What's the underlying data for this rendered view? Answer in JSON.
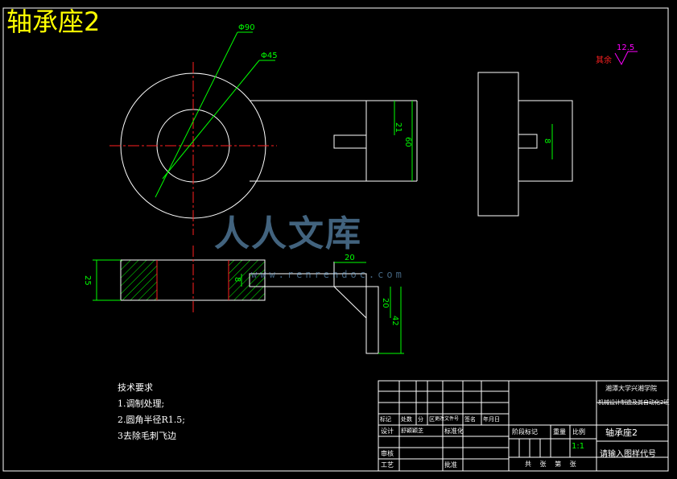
{
  "title": "轴承座2",
  "dimensions": {
    "d90": "Φ90",
    "d45": "Φ45",
    "d21": "21",
    "d60": "60",
    "d8_side": "8",
    "d25": "25",
    "d8_sec": "8",
    "d20_top": "20",
    "d20_v": "20",
    "d42": "42"
  },
  "roughness": {
    "value": "12.5",
    "label": "其余"
  },
  "tech_requirements": {
    "heading": "技术要求",
    "items": [
      "1.调制处理;",
      "2.圆角半径R1.5;",
      "3去除毛刺飞边"
    ]
  },
  "title_block": {
    "school": "湘潭大学兴湘学院",
    "major": "机械设计制造及其自动化2班",
    "part_name": "轴承座2",
    "drawing_no": "请输入图样代号",
    "scale": "1:1",
    "row_labels": [
      "标记",
      "处数",
      "分",
      "区",
      "更改文件号",
      "签名",
      "年月日"
    ],
    "design": "设计",
    "design_name": "舒颖颖芝",
    "standardize": "标准化",
    "review": "审核",
    "process": "工艺",
    "approve": "批准",
    "stage_mark": "阶段标记",
    "weight": "重量",
    "ratio": "比例",
    "sheets": "共 张 第 张"
  },
  "watermark": {
    "text": "人人文库",
    "url": "www.renrendoc.com"
  },
  "colors": {
    "line": "#ffffff",
    "center": "#ff2020",
    "dim": "#00ff00",
    "hatch": "#00ff00",
    "title": "#ffff00",
    "annot": "#ff00ff"
  }
}
